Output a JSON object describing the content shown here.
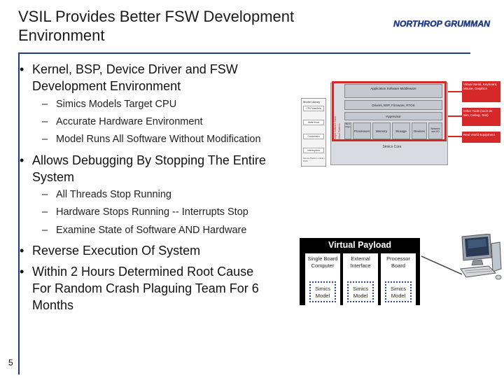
{
  "slide": {
    "title_line1": "VSIL Provides Better FSW Development",
    "title_line2": "Environment",
    "page_number": "5",
    "accent_color": "#1f3a8c"
  },
  "logo": {
    "text": "NORTHROP GRUMMAN",
    "color": "#1f3a8c"
  },
  "bullets": [
    {
      "line1": "Kernel, BSP, Device Driver and FSW",
      "line2": "Development Environment",
      "subs": [
        "Simics Models Target CPU",
        "Accurate Hardware Environment",
        "Model Runs All Software Without Modification"
      ]
    },
    {
      "line1": "Allows Debugging By Stopping The Entire",
      "line2": "System",
      "subs": [
        "All Threads Stop Running",
        "Hardware Stops Running -- Interrupts Stop",
        "Examine State of Software AND Hardware"
      ]
    },
    {
      "line1": "Reverse Execution Of System"
    },
    {
      "line1": "Within 2 Hours Determined Root Cause",
      "line2": "For Random Crash Plaguing Team For 6",
      "line3": "Months"
    }
  ],
  "diagram": {
    "model_library": "Model Library",
    "library_cells": [
      "CPU Manifold",
      "Write Host",
      "Customers",
      "Interrupters"
    ],
    "library_footer": "Simics Platform Library RAM",
    "layers": {
      "app": "Application Software Middleware",
      "drivers": "Drivers, BSP, Firmware, RTOS",
      "hypervisor": "Hypervisor",
      "mem_map": "Mem Maps",
      "processors": "Processors",
      "memory": "Memory",
      "storage": "Storage",
      "devices": "Devices",
      "network": "Network and I/O",
      "core": "Simics Core"
    },
    "vertical_labels": {
      "target": "Target Software Stack",
      "virtual": "Virtual Platform"
    },
    "callouts": [
      "Virtual Serial, Keyboard, Mouse, Graphics",
      "Other Tools (such as Sim, Debug, Test)",
      "Real World Equipment"
    ]
  },
  "virtual_payload": {
    "title": "Virtual Payload",
    "columns": [
      {
        "label": "Single Board Computer",
        "model": "Simics Model"
      },
      {
        "label": "External Interface",
        "model": "Simics Model"
      },
      {
        "label": "Processor Board",
        "model": "Simics Model"
      }
    ]
  }
}
